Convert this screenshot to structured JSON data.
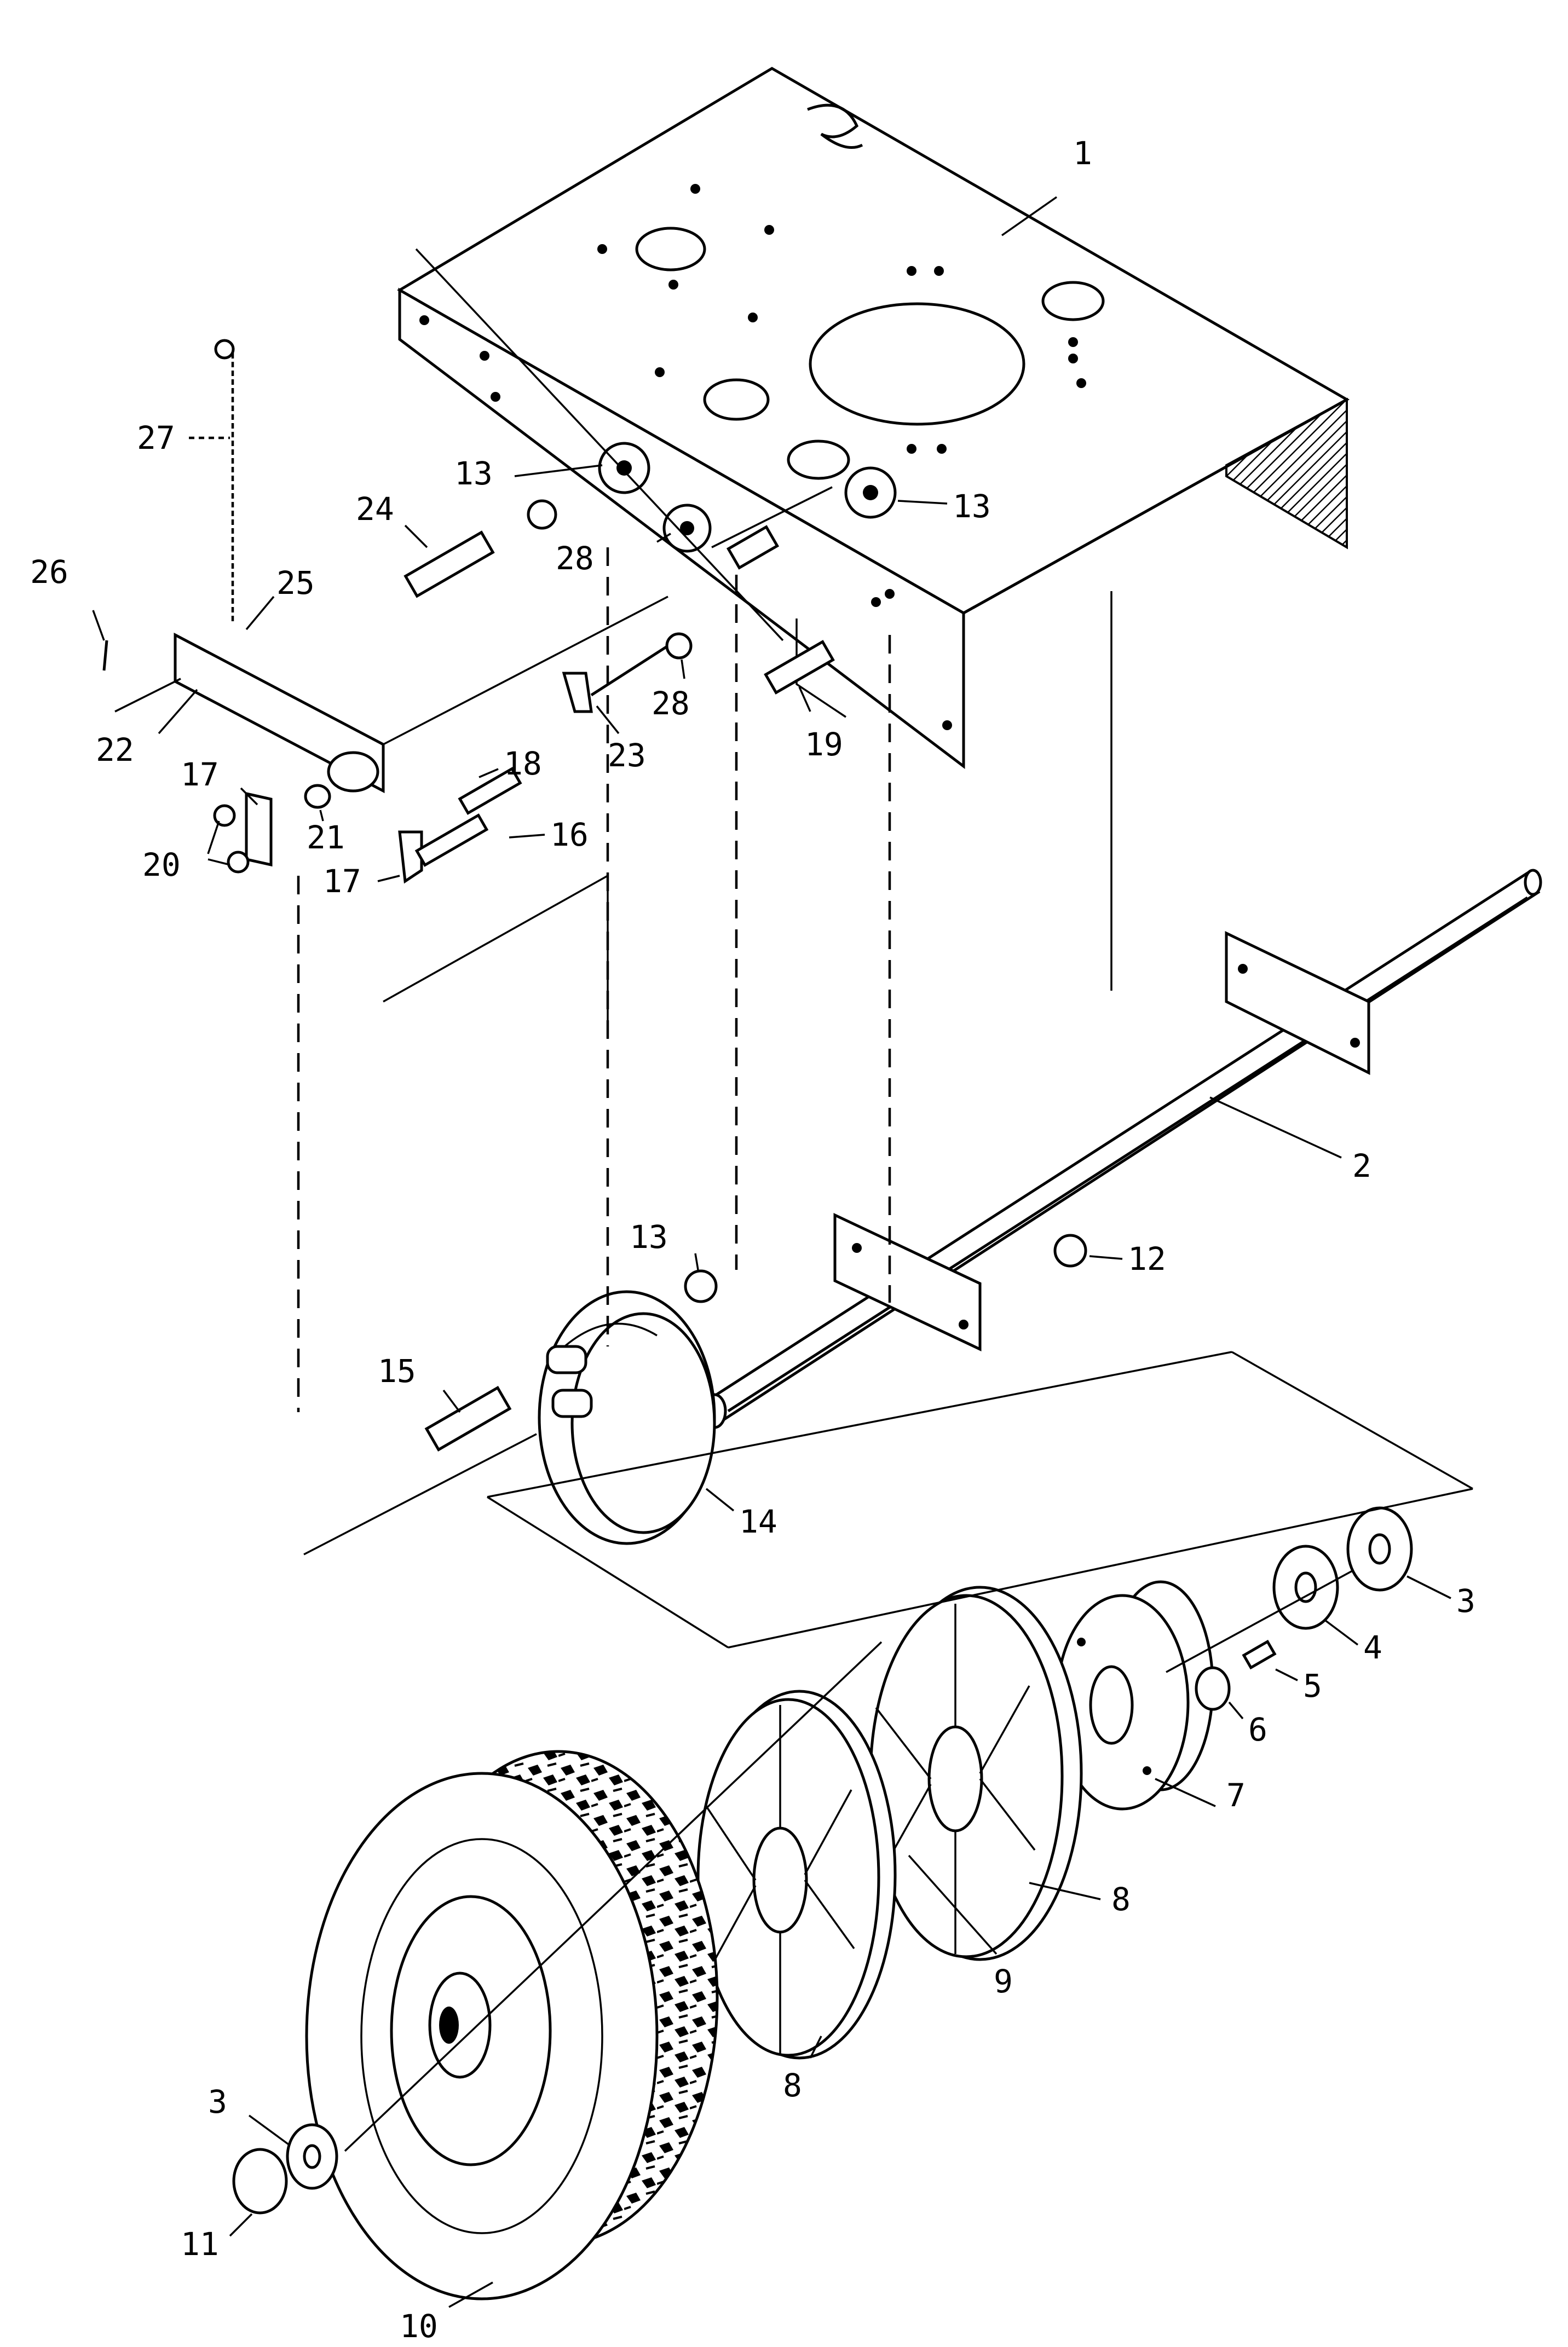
{
  "diagram": {
    "callouts": [
      {
        "id": "c1",
        "text": "1"
      },
      {
        "id": "c2",
        "text": "2"
      },
      {
        "id": "c3a",
        "text": "3"
      },
      {
        "id": "c3b",
        "text": "3"
      },
      {
        "id": "c4",
        "text": "4"
      },
      {
        "id": "c5",
        "text": "5"
      },
      {
        "id": "c6",
        "text": "6"
      },
      {
        "id": "c7",
        "text": "7"
      },
      {
        "id": "c8a",
        "text": "8"
      },
      {
        "id": "c8b",
        "text": "8"
      },
      {
        "id": "c9",
        "text": "9"
      },
      {
        "id": "c10",
        "text": "10"
      },
      {
        "id": "c11",
        "text": "11"
      },
      {
        "id": "c12",
        "text": "12"
      },
      {
        "id": "c13a",
        "text": "13"
      },
      {
        "id": "c13b",
        "text": "13"
      },
      {
        "id": "c13c",
        "text": "13"
      },
      {
        "id": "c14",
        "text": "14"
      },
      {
        "id": "c15",
        "text": "15"
      },
      {
        "id": "c16",
        "text": "16"
      },
      {
        "id": "c17a",
        "text": "17"
      },
      {
        "id": "c17b",
        "text": "17"
      },
      {
        "id": "c18",
        "text": "18"
      },
      {
        "id": "c19",
        "text": "19"
      },
      {
        "id": "c20",
        "text": "20"
      },
      {
        "id": "c21",
        "text": "21"
      },
      {
        "id": "c22",
        "text": "22"
      },
      {
        "id": "c23",
        "text": "23"
      },
      {
        "id": "c24",
        "text": "24"
      },
      {
        "id": "c25",
        "text": "25"
      },
      {
        "id": "c26",
        "text": "26"
      },
      {
        "id": "c27",
        "text": "27"
      },
      {
        "id": "c28a",
        "text": "28"
      },
      {
        "id": "c28b",
        "text": "28"
      }
    ]
  }
}
